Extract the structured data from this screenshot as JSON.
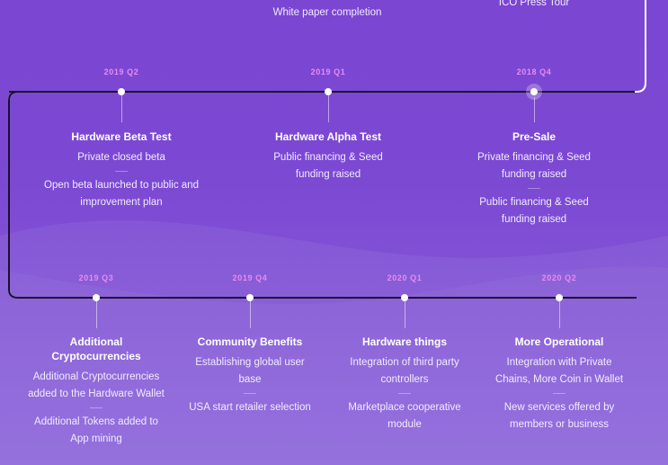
{
  "top_fragments": [
    {
      "text": "White paper completion"
    },
    {
      "text": "ICO Press Tour"
    }
  ],
  "row1": [
    {
      "date": "2019 Q2",
      "title": "Hardware Beta Test",
      "items": [
        "Private closed beta",
        "Open beta launched to public and improvement plan"
      ]
    },
    {
      "date": "2019 Q1",
      "title": "Hardware Alpha Test",
      "items": [
        "Public financing & Seed funding raised"
      ]
    },
    {
      "date": "2018 Q4",
      "title": "Pre-Sale",
      "items": [
        "Private financing & Seed funding raised",
        "Public financing & Seed funding raised"
      ]
    }
  ],
  "row2": [
    {
      "date": "2019 Q3",
      "title": "Additional Cryptocurrencies",
      "items": [
        "Additional Cryptocurrencies added to the Hardware Wallet",
        "Additional Tokens added to App mining"
      ]
    },
    {
      "date": "2019 Q4",
      "title": "Community Benefits",
      "items": [
        "Establishing global user base",
        "USA start retailer selection"
      ]
    },
    {
      "date": "2020 Q1",
      "title": "Hardware things",
      "items": [
        "Integration of third party controllers",
        "Marketplace cooperative module"
      ]
    },
    {
      "date": "2020 Q2",
      "title": "More Operational",
      "items": [
        "Integration with Private Chains, More Coin in Wallet",
        "New services offered by members or business"
      ]
    }
  ]
}
